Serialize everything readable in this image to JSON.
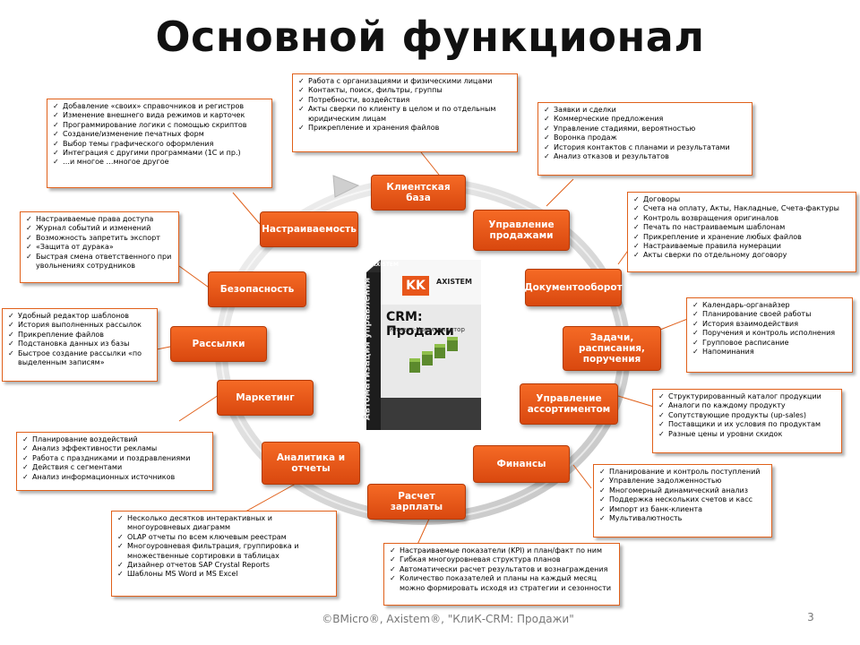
{
  "title": "Основной функционал",
  "center_box": {
    "brand_top": "AXISTEM",
    "brand_side": "AXISTEM",
    "badge": "KK",
    "vertical_text": "Автоматизация управления",
    "product_title": "CRM: Продажи",
    "product_subtitle": "Клиент-Коммуникатор"
  },
  "modules": [
    "Клиентская база",
    "Управление продажами",
    "Документооборот",
    "Задачи, расписания, поручения",
    "Управление ассортиментом",
    "Финансы",
    "Расчет зарплаты",
    "Аналитика и отчеты",
    "Маркетинг",
    "Рассылки",
    "Безопасность",
    "Настраиваемость"
  ],
  "callouts": {
    "clients": [
      "Работа с организациями и физическими лицами",
      "Контакты, поиск, фильтры, группы",
      "Потребности, воздействия",
      "Акты сверки по клиенту в целом и по отдельным юридическим лицам",
      "Прикрепление и хранения файлов"
    ],
    "sales": [
      "Заявки и сделки",
      "Коммерческие предложения",
      "Управление стадиями, вероятностью",
      "Воронка продаж",
      "История контактов с планами и результатами",
      "Анализ отказов и результатов"
    ],
    "docs": [
      "Договоры",
      "Счета на оплату, Акты, Накладные, Счета-фактуры",
      "Контроль возвращения оригиналов",
      "Печать по настраиваемым шаблонам",
      "Прикрепление и хранение любых файлов",
      "Настраиваемые правила нумерации",
      "Акты сверки по отдельному договору"
    ],
    "tasks": [
      "Календарь-органайзер",
      "Планирование своей работы",
      "История взаимодействия",
      "Поручения и контроль исполнения",
      "Групповое расписание",
      "Напоминания"
    ],
    "assortment": [
      "Структурированный каталог продукции",
      "Аналоги по каждому продукту",
      "Сопутствующие продукты (up-sales)",
      "Поставщики и их условия по продуктам",
      "Разные цены и уровни скидок"
    ],
    "finance": [
      "Планирование и контроль поступлений",
      "Управление задолженностью",
      "Многомерный динамический анализ",
      "Поддержка нескольких счетов и касс",
      "Импорт из банк-клиента",
      "Мультивалютность"
    ],
    "salary": [
      "Настраиваемые показатели (KPI) и план/факт по ним",
      "Гибкая многоуровневая структура планов",
      "Автоматически расчет результатов и вознаграждения",
      "Количество показателей и планы на каждый месяц можно формировать исходя из стратегии и сезонности"
    ],
    "analytics": [
      "Несколько десятков интерактивных и многоуровневых диаграмм",
      "OLAP отчеты по всем ключевым реестрам",
      "Многоуровневая фильтрация, группировка и множественные сортировки в таблицах",
      "Дизайнер отчетов SAP Crystal Reports",
      "Шаблоны MS Word и MS Excel"
    ],
    "marketing": [
      "Планирование воздействий",
      "Анализ эффективности рекламы",
      "Работа с праздниками и поздравлениями",
      "Действия с сегментами",
      "Анализ информационных источников"
    ],
    "mailing": [
      "Удобный редактор шаблонов",
      "История выполненных рассылок",
      "Прикрепление файлов",
      "Подстановка данных из базы",
      "Быстрое создание рассылки «по выделенным записям»"
    ],
    "security": [
      "Настраиваемые права доступа",
      "Журнал событий и изменений",
      "Возможность запретить экспорт",
      "«Защита от дурака»",
      "Быстрая смена ответственного при увольнениях сотрудников"
    ],
    "custom": [
      "Добавление «своих» справочников и регистров",
      "Изменение внешнего вида режимов и карточек",
      "Программирование логики с помощью скриптов",
      "Создание/изменение печатных форм",
      "Выбор темы графического оформления",
      "Интеграция с другими программами (1С и пр.)",
      "…и многое …многое другое"
    ]
  },
  "footer": "©BMicro®, Axistem®, \"КлиК-CRM: Продажи\"",
  "page_number": "3",
  "colors": {
    "accent": "#e8561a",
    "ring": "#d6d6d6",
    "title": "#111111"
  }
}
